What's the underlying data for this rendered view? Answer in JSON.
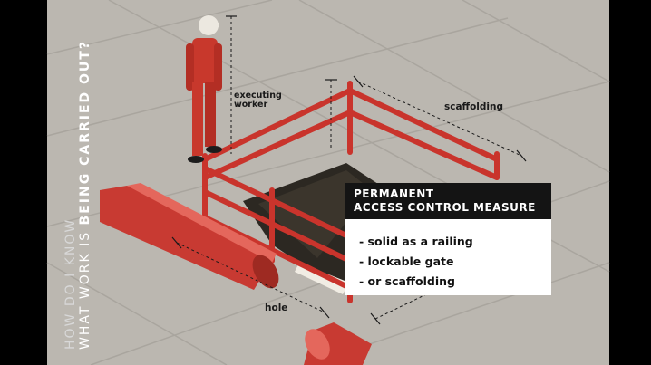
{
  "side_title": {
    "line1": "HOW DO I KNOW",
    "line2_plain": "WHAT WORK IS ",
    "line2_bold": "BEING CARRIED OUT?"
  },
  "labels": {
    "worker_line1": "executing",
    "worker_line2": "worker",
    "scaffolding": "scaffolding",
    "hole": "hole"
  },
  "infobox": {
    "title_line1": "PERMANENT",
    "title_line2": "ACCESS CONTROL MEASURE",
    "items": [
      "- solid as a railing",
      "- lockable gate",
      "- or scaffolding"
    ]
  },
  "colors": {
    "ground": "#bdb9b2",
    "scaffold": "#c9342c",
    "hole": "#2e2a24",
    "worker": "#c8382c"
  }
}
